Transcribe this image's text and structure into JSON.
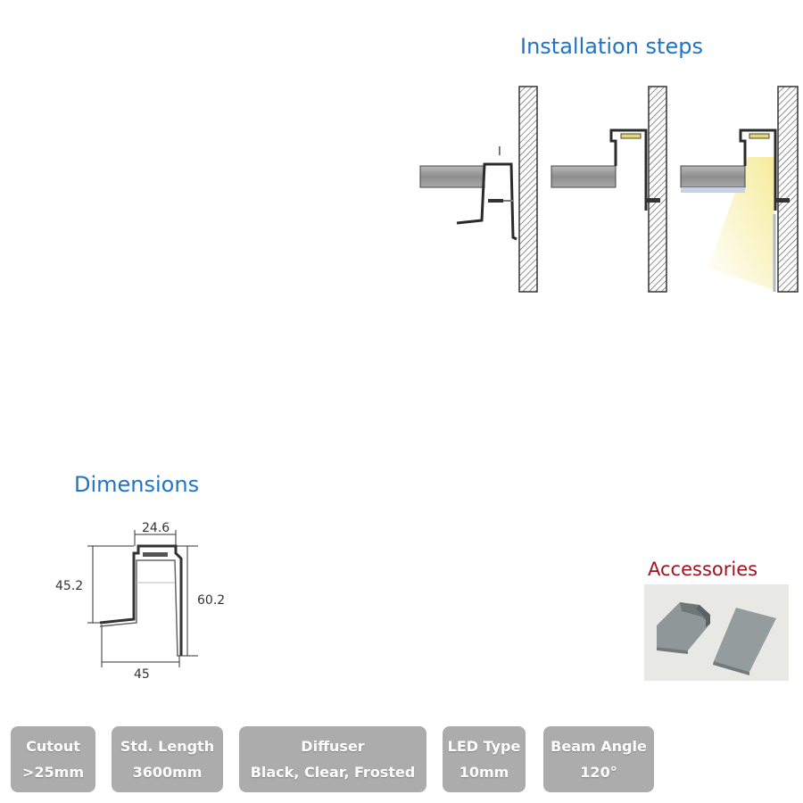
{
  "installation": {
    "title": "Installation steps",
    "step_marker": "I"
  },
  "dimensions": {
    "title": "Dimensions",
    "labels": {
      "top_width": "24.6",
      "left_height": "45.2",
      "right_height": "60.2",
      "bottom_width": "45"
    }
  },
  "accessories": {
    "title": "Accessories"
  },
  "specs": [
    {
      "label": "Cutout",
      "value": ">25mm"
    },
    {
      "label": "Std. Length",
      "value": "3600mm"
    },
    {
      "label": "Diffuser",
      "value": "Black, Clear, Frosted"
    },
    {
      "label": "LED Type",
      "value": "10mm"
    },
    {
      "label": "Beam Angle",
      "value": "120°"
    }
  ],
  "colors": {
    "heading_blue": "#1f74c8",
    "accessories_red": "#a0121e",
    "spec_badge": "#acacac",
    "light_beam": "#f6ec9c"
  }
}
